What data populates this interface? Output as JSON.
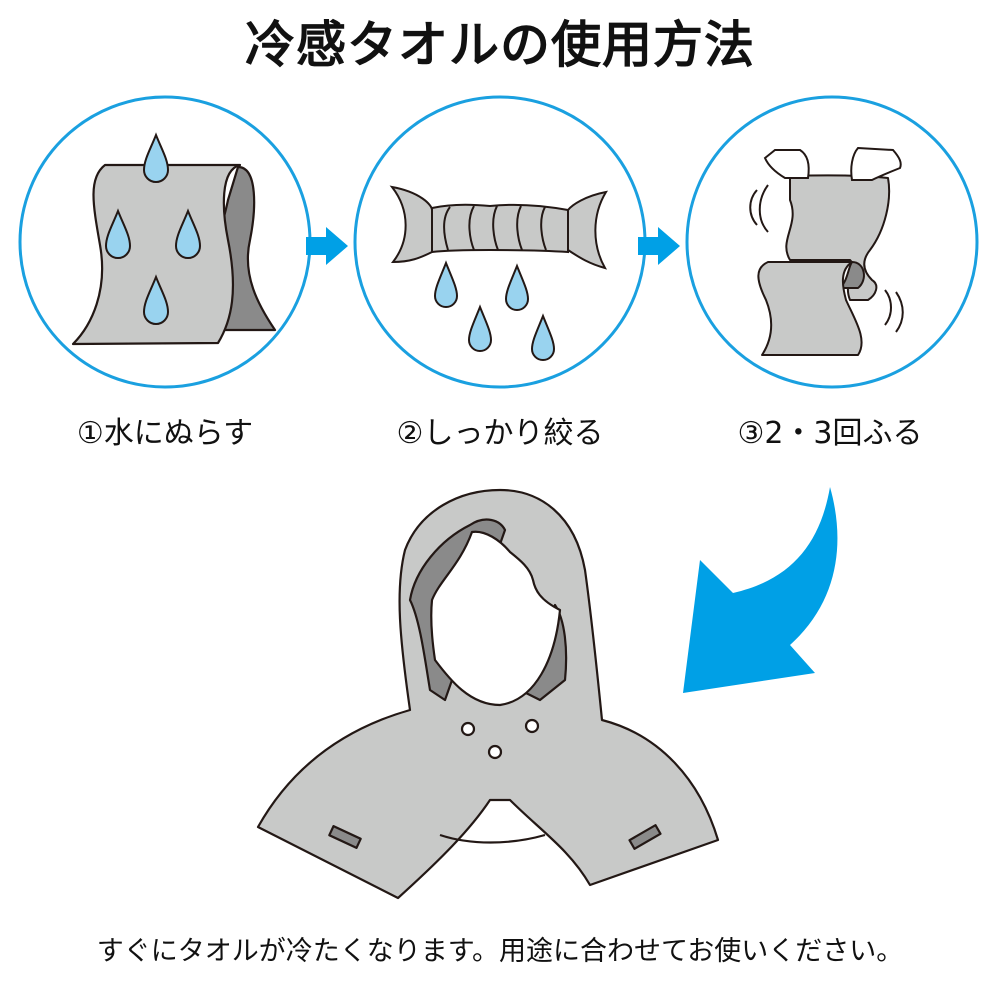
{
  "title": "冷感タオルの使用方法",
  "colors": {
    "circle_stroke": "#1aa0e0",
    "arrow": "#00a0e6",
    "towel_light": "#c8c9c8",
    "towel_dark": "#8a8a8a",
    "water_drop": "#99d3ef",
    "outline": "#231815"
  },
  "steps": [
    {
      "number": "①",
      "label": "①水にぬらす",
      "illustration": "towel-with-water-drops"
    },
    {
      "number": "②",
      "label": "②しっかり絞る",
      "illustration": "wrung-towel-dripping"
    },
    {
      "number": "③",
      "label": "③2・3回ふる",
      "illustration": "hands-shaking-towel"
    }
  ],
  "result_illustration": "person-wearing-towel-hood",
  "footer": "すぐにタオルが冷たくなります。用途に合わせてお使いください。"
}
